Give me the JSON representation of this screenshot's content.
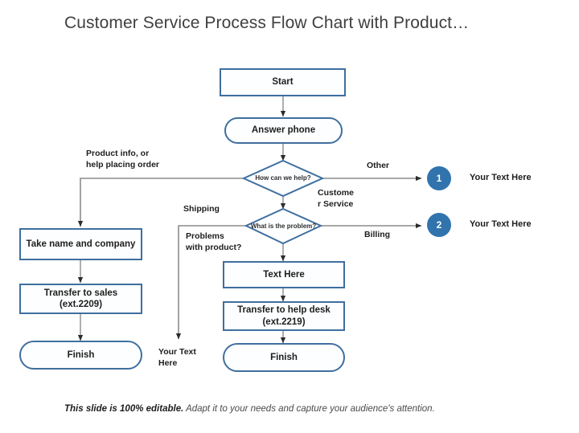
{
  "title": "Customer Service Process Flow Chart with Product…",
  "footer": {
    "bold": "This slide is 100% editable.",
    "rest": " Adapt it to your needs and capture your audience's attention."
  },
  "colors": {
    "node_border": "#3f6f9f",
    "node_fill": "#fdfeff",
    "bullet_blue": "#3173ad",
    "connector_gray": "#8c8c8c",
    "arrow_dark": "#2b2b2b",
    "title_text": "#3f3f3f"
  },
  "nodes": {
    "start": "Start",
    "answer_phone": "Answer phone",
    "decision_1": "How can we help?",
    "decision_2": "What is the problem?",
    "take_name": "Take name and company",
    "transfer_sales": "Transfer to sales (ext.2209)",
    "finish_left": "Finish",
    "text_here": "Text Here",
    "transfer_help_desk": "Transfer to help desk (ext.2219)",
    "finish_center": "Finish"
  },
  "edge_labels": {
    "product_info": "Product info, or\nhelp placing order",
    "other": "Other",
    "customer_service": "Custome\nr Service",
    "shipping": "Shipping",
    "problems_with_product": "Problems\nwith product?",
    "billing": "Billing",
    "your_text_here_left": "Your Text\nHere"
  },
  "bullets": [
    {
      "number": "1",
      "text": "Your Text Here"
    },
    {
      "number": "2",
      "text": "Your Text Here"
    }
  ]
}
